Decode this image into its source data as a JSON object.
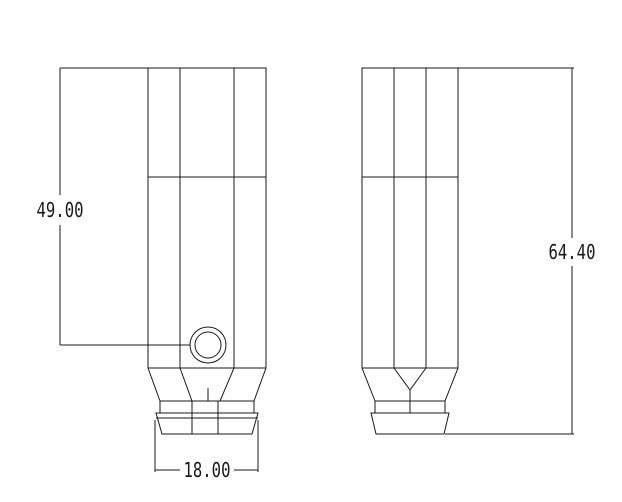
{
  "drawing": {
    "views": [
      "front-view",
      "side-view"
    ],
    "dimensions": {
      "front_height": "49.00",
      "overall_height": "64.40",
      "width": "18.00"
    }
  }
}
